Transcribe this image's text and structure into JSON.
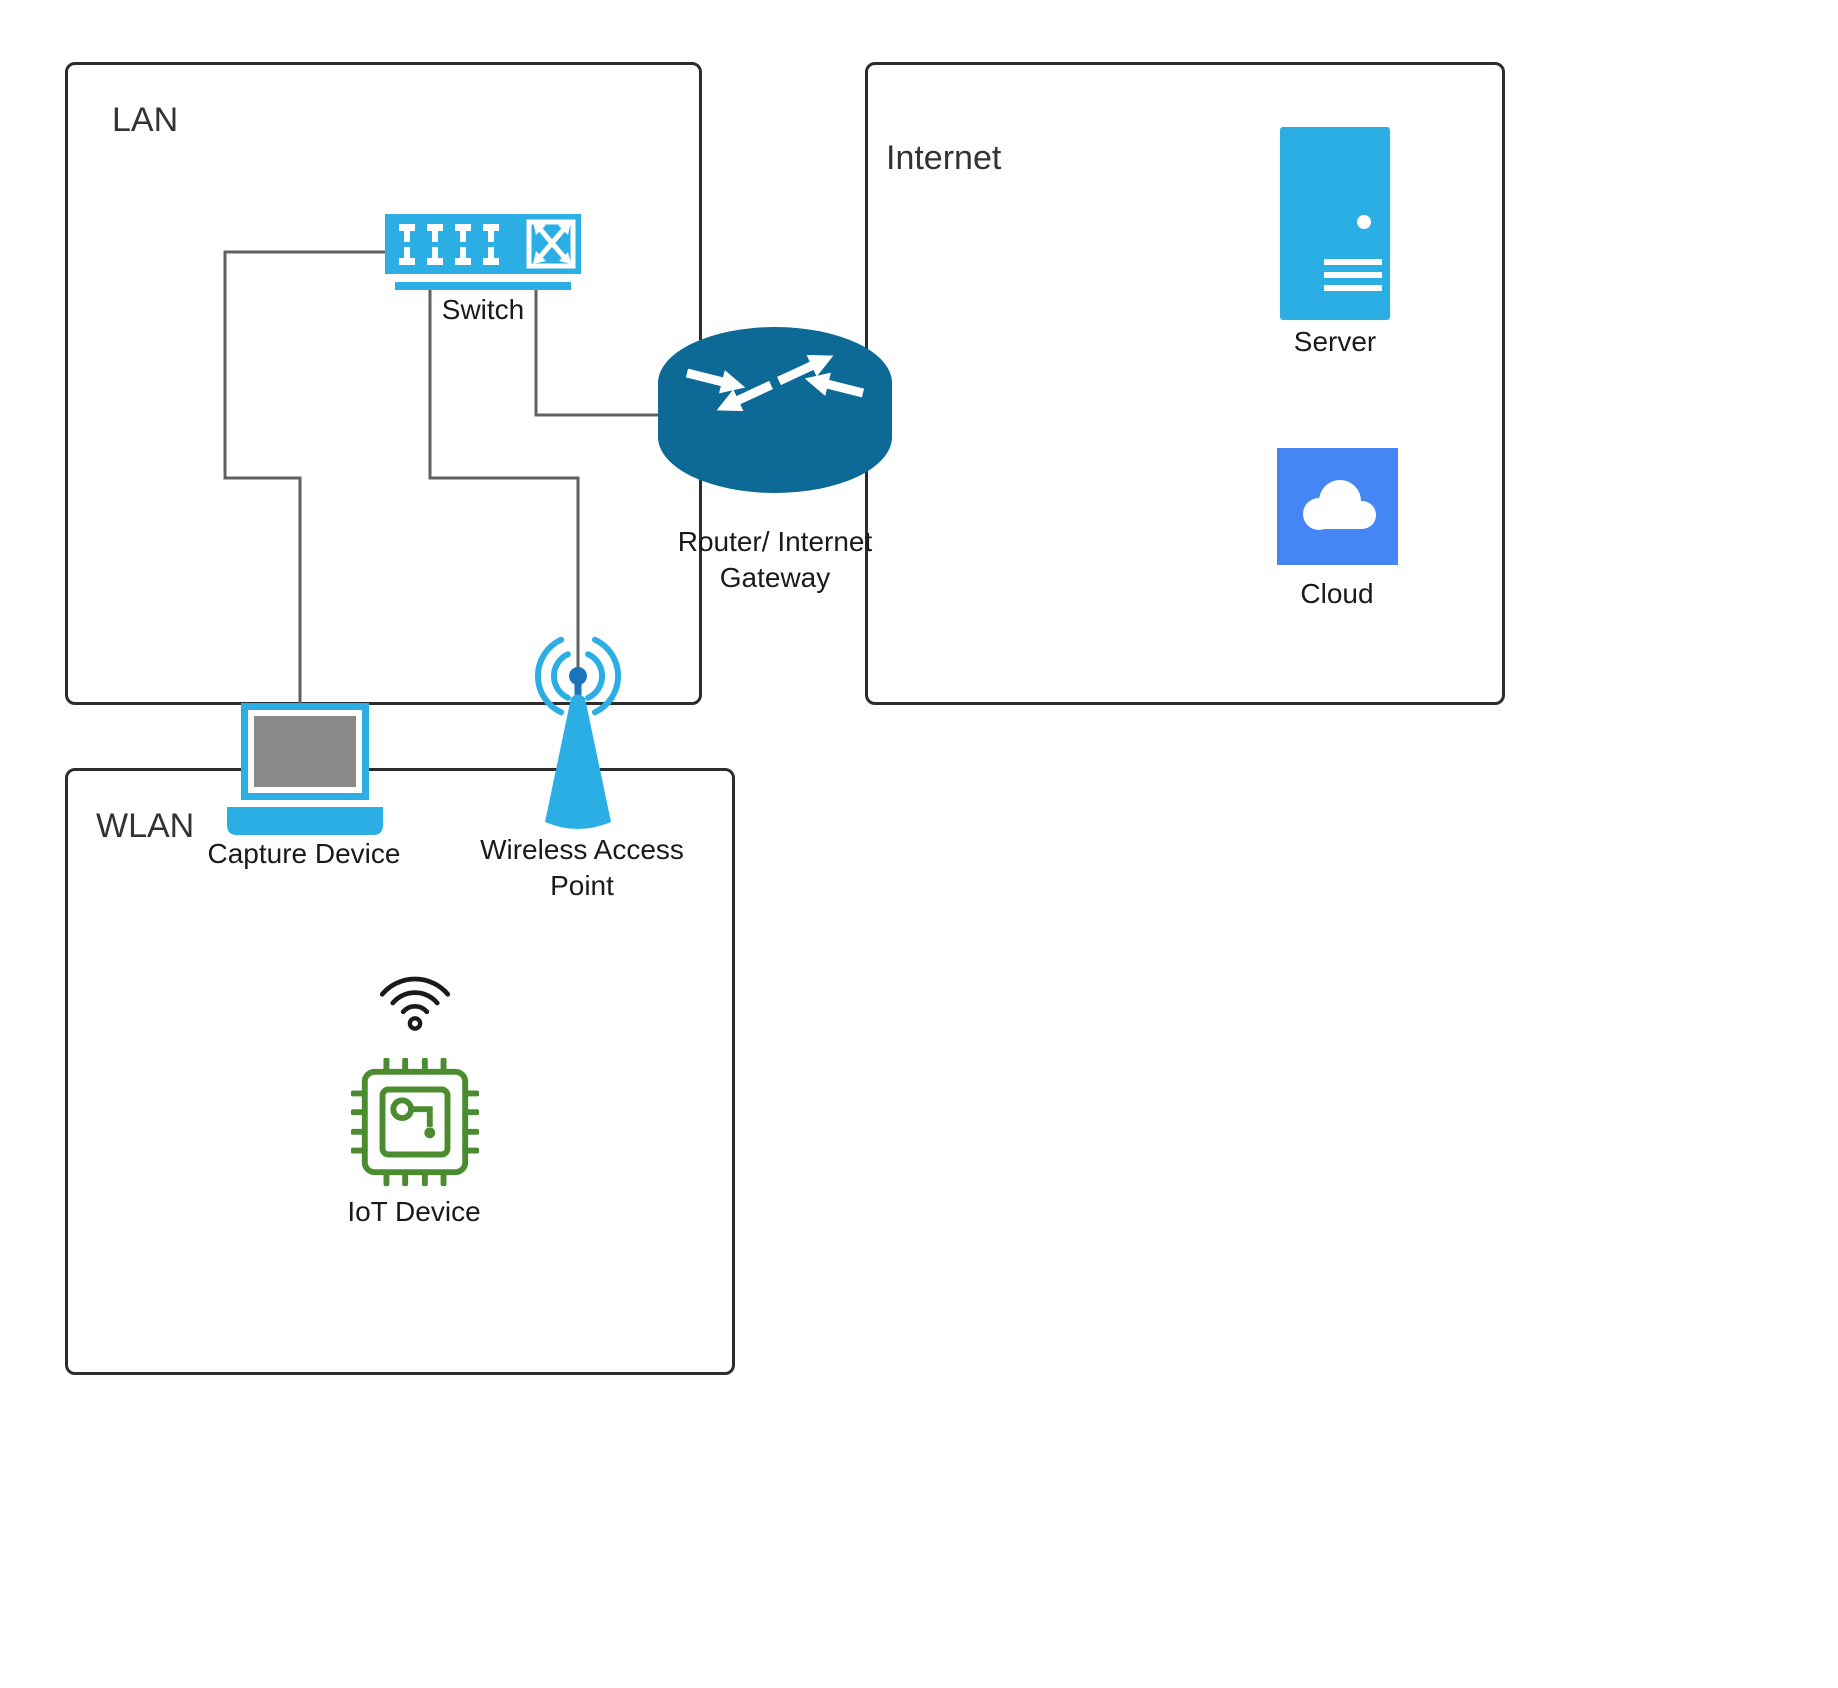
{
  "colors": {
    "light_blue": "#2BAEE4",
    "router_blue": "#0D6A97",
    "cloud_blue": "#4486F4",
    "iot_green": "#4C8C30",
    "wap_stem_blue": "#1B75BC",
    "connector_gray": "#606060",
    "box_border": "#2D2D2D",
    "screen_gray": "#8A8A8A",
    "zone_text": "#333333",
    "label_text": "#1A1A1A"
  },
  "zones": {
    "lan": {
      "label": "LAN"
    },
    "internet": {
      "label": "Internet"
    },
    "wlan": {
      "label": "WLAN"
    }
  },
  "nodes": {
    "switch": {
      "label": "Switch"
    },
    "router": {
      "label": "Router/ Internet Gateway"
    },
    "server": {
      "label": "Server"
    },
    "cloud": {
      "label": "Cloud"
    },
    "capture_device": {
      "label": "Capture Device"
    },
    "wireless_access_point": {
      "label": "Wireless Access Point"
    },
    "iot_device": {
      "label": "IoT Device"
    }
  },
  "edges": [
    {
      "from": "Switch",
      "to": "Capture Device"
    },
    {
      "from": "Switch",
      "to": "Wireless Access Point"
    },
    {
      "from": "Switch",
      "to": "Router/ Internet Gateway"
    }
  ]
}
